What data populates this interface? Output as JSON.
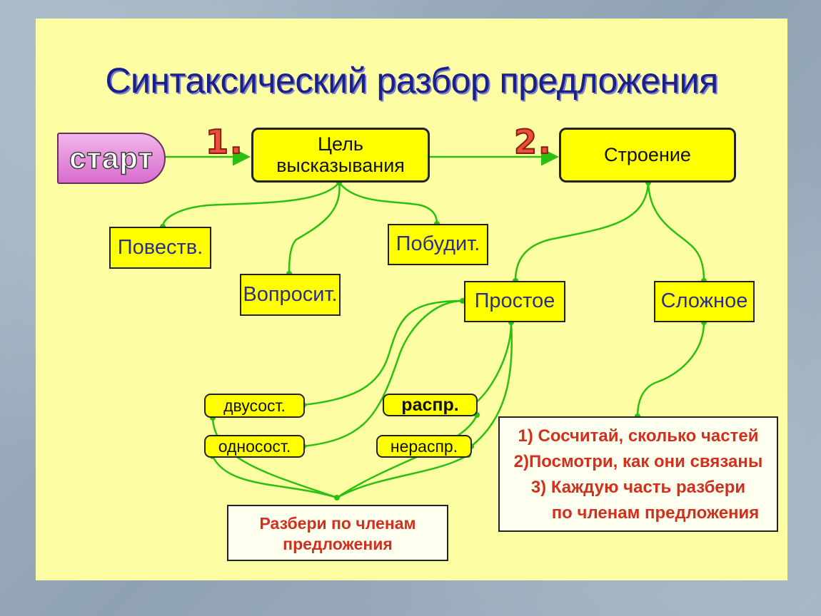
{
  "title": "Синтаксический разбор предложения",
  "start_label": "старт",
  "step_numbers": [
    "1.",
    "2."
  ],
  "nodes": {
    "purpose": "Цель высказывания",
    "structure": "Строение",
    "narrative": "Повеств.",
    "interrogative": "Вопросит.",
    "imperative": "Побудит.",
    "simple": "Простое",
    "complex": "Сложное",
    "two_part": "двусост.",
    "one_part": "односост.",
    "extended": "распр.",
    "non_extended": "нераспр."
  },
  "parse_members_box": [
    "Разбери по членам",
    "предложения"
  ],
  "complex_steps": [
    "1) Сосчитай, сколько частей",
    "2)Посмотри, как они связаны",
    "3) Каждую часть  разбери",
    "по членам предложения"
  ],
  "colors": {
    "slide_background": "#fdfda4",
    "box_fill": "#ffff00",
    "connector": "#2bbf12",
    "title": "#1b1f8a",
    "step_number": "#e8503a",
    "instruction_text": "#d1301d"
  }
}
